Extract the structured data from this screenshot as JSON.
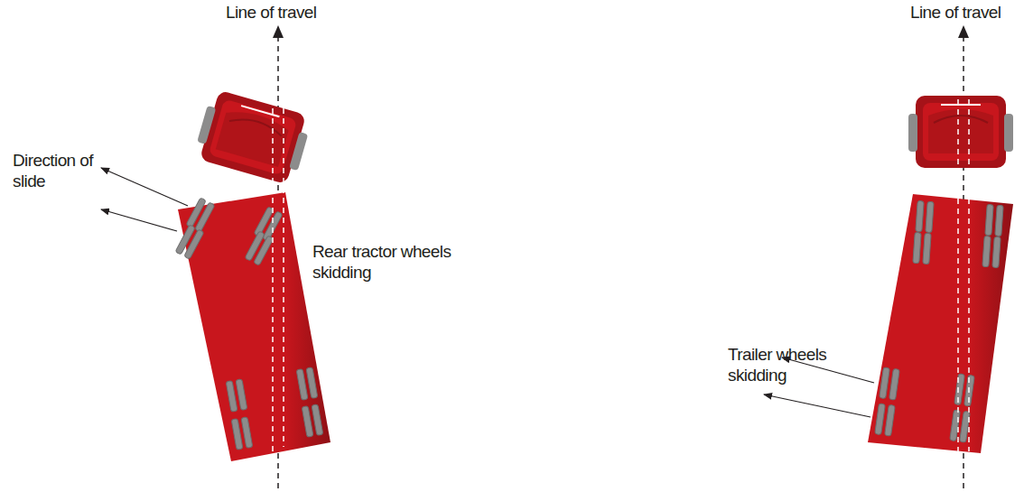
{
  "diagram": {
    "labels": [
      "Line of travel",
      "Direction of slide",
      "Rear tractor wheels skidding",
      "Line of travel",
      "Trailer wheels skidding"
    ]
  }
}
